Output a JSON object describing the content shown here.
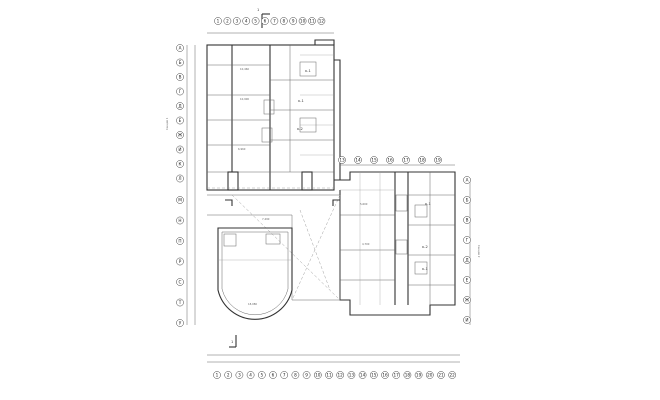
{
  "axes_top": [
    "1",
    "2",
    "3",
    "4",
    "5",
    "6",
    "7",
    "8",
    "9",
    "10",
    "11",
    "12"
  ],
  "axes_bottom": [
    "1",
    "2",
    "3",
    "4",
    "5",
    "6",
    "7",
    "8",
    "9",
    "10",
    "11",
    "12",
    "13",
    "14",
    "15",
    "16",
    "17",
    "18",
    "19",
    "20",
    "21",
    "22"
  ],
  "axes_left_upper": [
    "А",
    "Б",
    "В",
    "Г",
    "Д",
    "Е",
    "Ж",
    "И",
    "К",
    "Л"
  ],
  "axes_left_lower": [
    "М",
    "Н",
    "П",
    "Р",
    "С",
    "Т",
    "У"
  ],
  "axes_right": [
    "А",
    "Б",
    "В",
    "Г",
    "Д",
    "Е",
    "Ж",
    "И"
  ],
  "axes_mid": [
    "13",
    "14",
    "15",
    "16",
    "17",
    "18",
    "19"
  ],
  "section_mark": "1",
  "apartment_labels": [
    "к-1",
    "к-1",
    "к-2",
    "к-1",
    "к-2",
    "к-1"
  ],
  "area_labels": [
    "10,460",
    "10,900",
    "6,960",
    "5,600",
    "4,700",
    "18,080",
    "7,490"
  ],
  "side_labels": [
    "Секция 1",
    "Секция 2"
  ]
}
